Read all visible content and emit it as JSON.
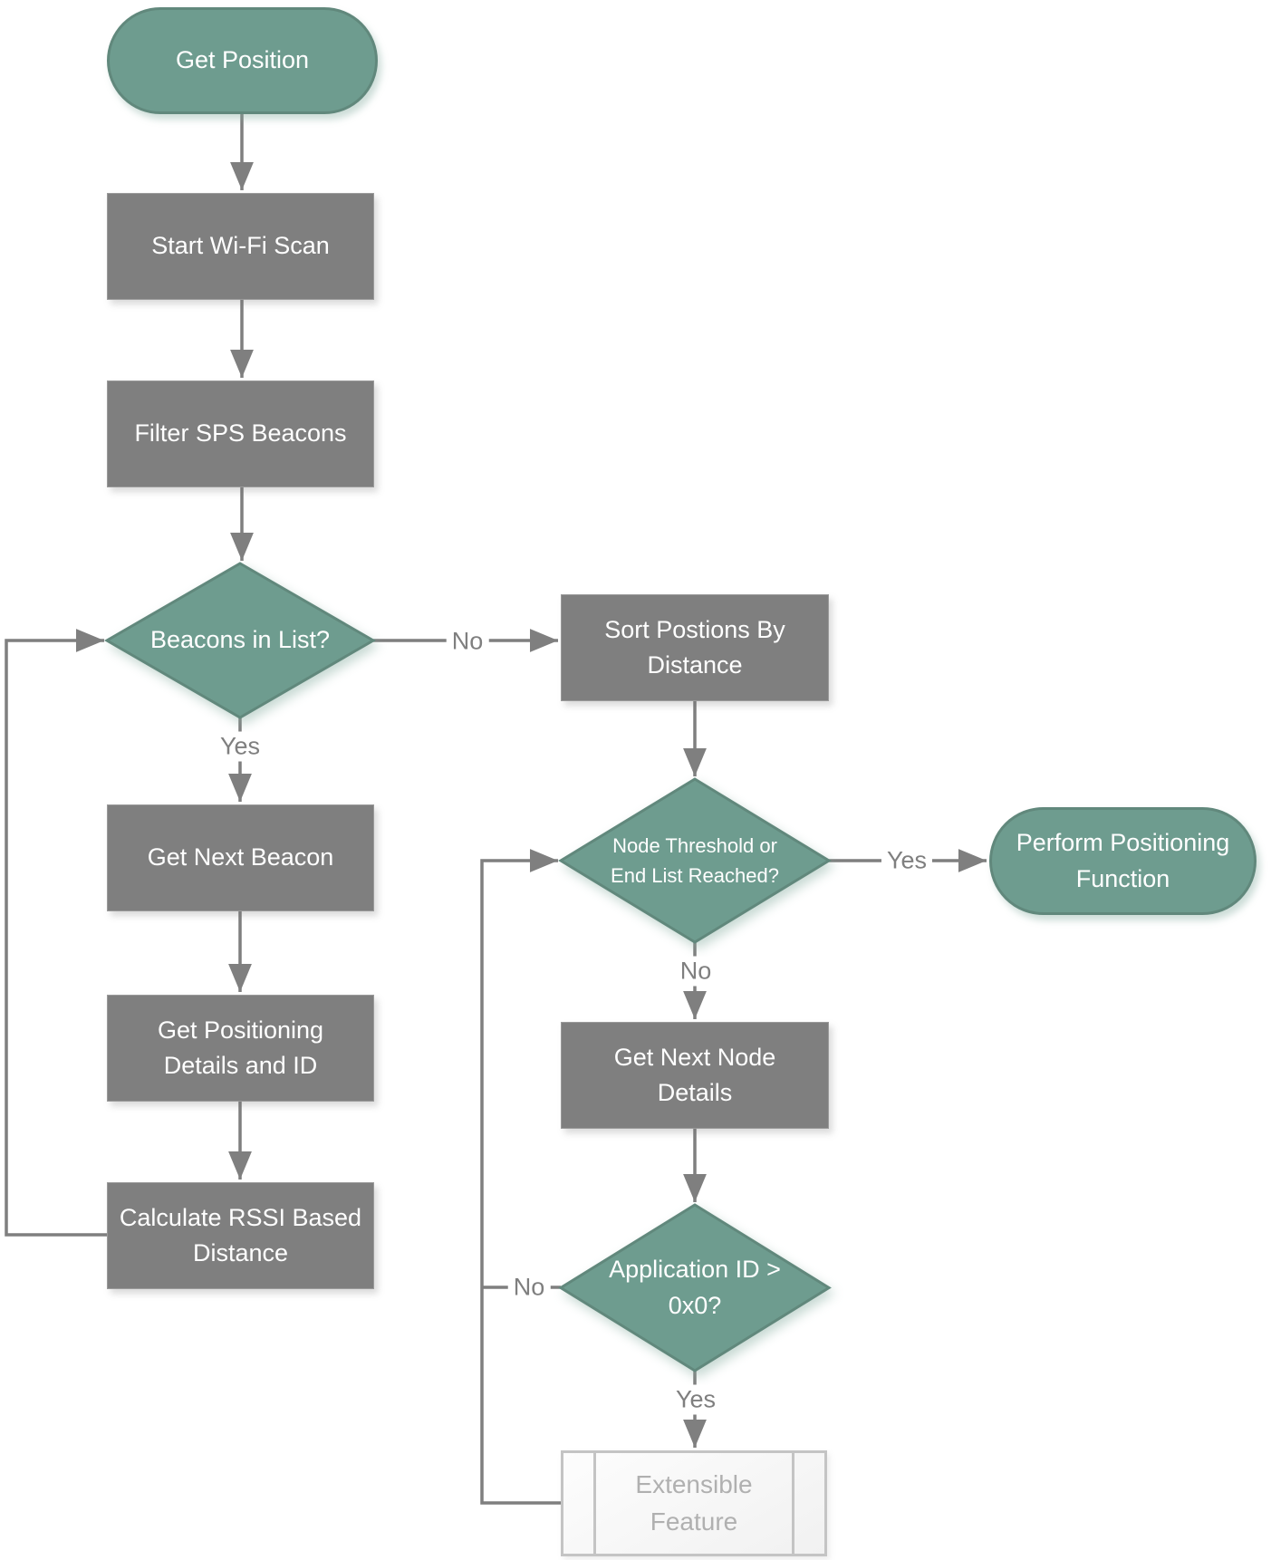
{
  "diagram": {
    "nodes": {
      "get_position": {
        "label": "Get Position",
        "type": "terminator"
      },
      "start_wifi_scan": {
        "label": "Start Wi-Fi Scan",
        "type": "process"
      },
      "filter_sps_beacons": {
        "label": "Filter SPS Beacons",
        "type": "process"
      },
      "beacons_in_list": {
        "label": "Beacons in List?",
        "type": "decision"
      },
      "get_next_beacon": {
        "label": "Get Next Beacon",
        "type": "process"
      },
      "get_positioning_details": {
        "label": "Get Positioning Details and ID",
        "type": "process"
      },
      "calculate_rssi": {
        "label": "Calculate RSSI Based Distance",
        "type": "process"
      },
      "sort_positions": {
        "label": "Sort Postions By Distance",
        "type": "process"
      },
      "node_threshold": {
        "label": "Node Threshold or End List Reached?",
        "type": "decision"
      },
      "perform_positioning": {
        "label": "Perform Positioning Function",
        "type": "terminator"
      },
      "get_next_node": {
        "label": "Get Next Node Details",
        "type": "process"
      },
      "application_id": {
        "label": "Application ID > 0x0?",
        "type": "decision"
      },
      "extensible_feature": {
        "label": "Extensible Feature",
        "type": "predefined-process"
      }
    },
    "edge_labels": {
      "beacons_no": "No",
      "beacons_yes": "Yes",
      "threshold_yes": "Yes",
      "threshold_no": "No",
      "application_yes": "Yes",
      "application_no": "No"
    },
    "colors": {
      "teal_fill": "#6E9C8F",
      "teal_border": "#61887C",
      "gray_fill": "#7F7F7F",
      "connector": "#7F7F7F",
      "label_text": "#7F7F7F",
      "shape_text": "#FFFFFF",
      "extensible_border": "#C4C4C4",
      "extensible_text": "#B0B0B0"
    }
  }
}
